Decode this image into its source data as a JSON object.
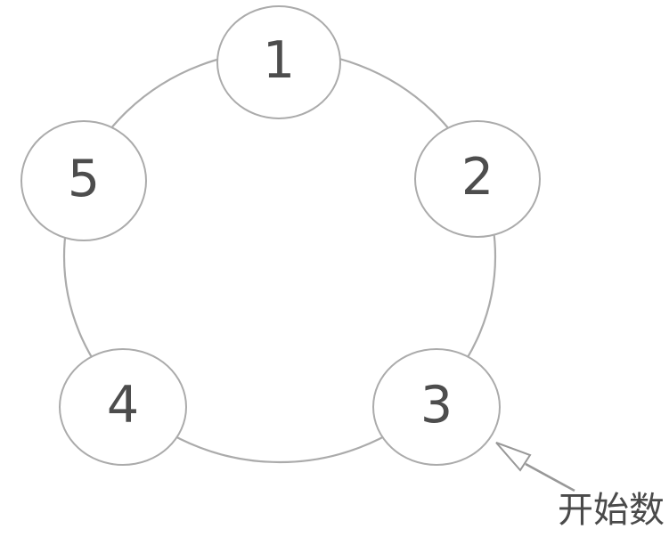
{
  "diagram": {
    "nodes": [
      {
        "label": "1"
      },
      {
        "label": "2"
      },
      {
        "label": "3"
      },
      {
        "label": "4"
      },
      {
        "label": "5"
      }
    ],
    "annotation": {
      "label": "开始数",
      "points_to": "3"
    }
  },
  "colors": {
    "background": "#ffffff",
    "ring_stroke": "#ababab",
    "node_stroke": "#ababab",
    "node_fill": "#ffffff",
    "number_text": "#4d4d4d",
    "arrow": "#989898",
    "annotation_text": "#4a4a4a"
  }
}
